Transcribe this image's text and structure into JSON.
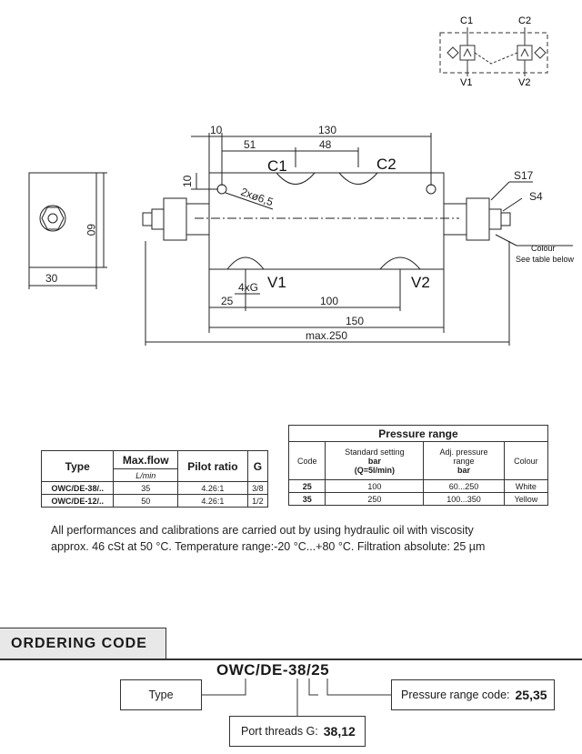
{
  "schematic": {
    "labels": [
      "C1",
      "C2",
      "V1",
      "V2"
    ]
  },
  "drawing": {
    "side_dims": {
      "width": "30",
      "height": "60"
    },
    "dims": [
      "10",
      "130",
      "51",
      "48",
      "10",
      "2xø6,5",
      "25",
      "4xG",
      "100",
      "150",
      "max.250",
      "S17",
      "S4"
    ],
    "ports": [
      "C1",
      "C2",
      "V1",
      "V2"
    ],
    "colour_note": "Colour",
    "colour_note2": "See table below"
  },
  "spec_table": {
    "headers": [
      "Type",
      "Max.flow",
      "Pilot  ratio",
      "G"
    ],
    "unit": "L/min",
    "rows": [
      [
        "OWC/DE-38/..",
        "35",
        "4.26:1",
        "3/8"
      ],
      [
        "OWC/DE-12/..",
        "50",
        "4.26:1",
        "1/2"
      ]
    ]
  },
  "pressure_table": {
    "title": "Pressure  range",
    "headers": [
      "Code",
      "Standard setting",
      "bar",
      "(Q=5l/min)",
      "Adj. pressure",
      "range",
      "bar",
      "Colour"
    ],
    "rows": [
      [
        "25",
        "100",
        "60...250",
        "White"
      ],
      [
        "35",
        "250",
        "100...350",
        "Yellow"
      ]
    ]
  },
  "notes": [
    "All performances and calibrations are carried out by using hydraulic oil with viscosity",
    "approx. 46 cSt at 50 °C. Temperature range:-20 °C...+80 °C. Filtration absolute: 25 µm"
  ],
  "ordering": {
    "title": "ORDERING  CODE",
    "code_part1": "OWC/DE-",
    "code_part2": "38",
    "code_part3": "/25",
    "type_label": "Type",
    "pressure_label": "Pressure range code:",
    "pressure_value": "25,35",
    "port_label": "Port threads G:",
    "port_value": "38,12"
  }
}
